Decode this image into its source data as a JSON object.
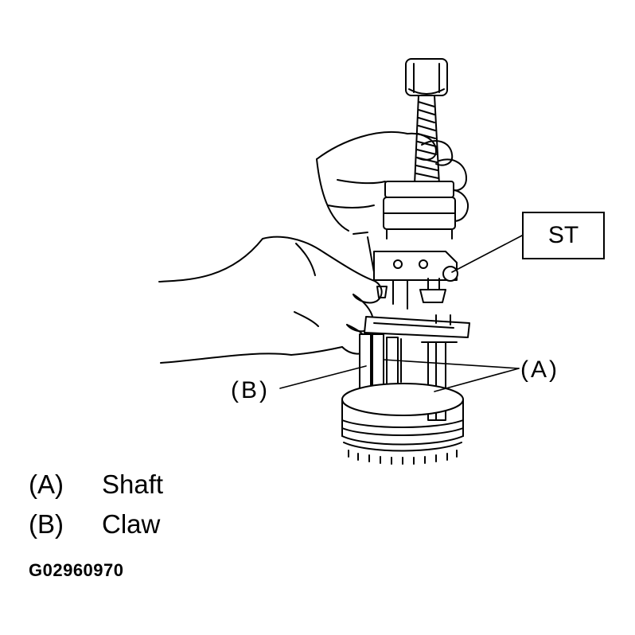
{
  "callouts": {
    "st": "ST",
    "a": "(A)",
    "b": "(B)"
  },
  "legend": [
    {
      "key": "(A)",
      "label": "Shaft"
    },
    {
      "key": "(B)",
      "label": "Claw"
    }
  ],
  "figure_code": "G02960970"
}
